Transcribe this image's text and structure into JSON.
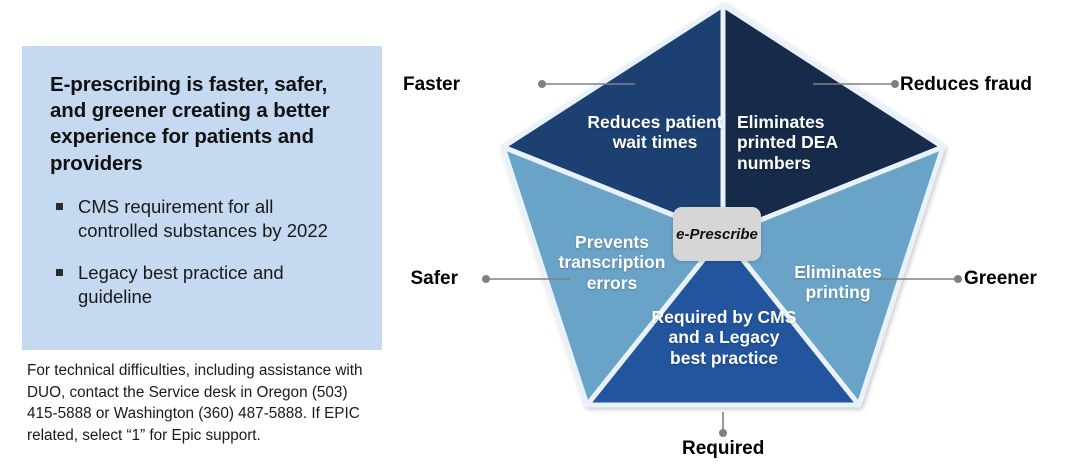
{
  "panel": {
    "heading": "E-prescribing is faster, safer, and greener creating a better experience for patients and providers",
    "bullets": [
      "CMS requirement for all controlled substances by 2022",
      "Legacy best practice and guideline"
    ]
  },
  "footnote": "For technical difficulties, including assistance with DUO, contact the Service desk in Oregon (503) 415-5888 or Washington (360) 487-5888.  If EPIC related, select “1” for Epic support.",
  "diagram": {
    "center_label": "e-Prescribe",
    "wedges": [
      {
        "id": "reduces-patient-wait-times",
        "text": "Reduces patient wait times",
        "color": "#1d4071",
        "callout": "Faster"
      },
      {
        "id": "eliminates-printed-dea-numbers",
        "text": "Eliminates printed DEA numbers",
        "color": "#17294a",
        "callout": "Reduces fraud"
      },
      {
        "id": "eliminates-printing",
        "text": "Eliminates printing",
        "color": "#6ba3c8",
        "callout": "Greener"
      },
      {
        "id": "required-by-cms",
        "text": "Required by CMS and a Legacy best practice",
        "color": "#22559e",
        "callout": "Required"
      },
      {
        "id": "prevents-transcription-errors",
        "text": "Prevents transcription errors",
        "color": "#6ba3c8",
        "callout": "Safer"
      }
    ],
    "callouts": {
      "faster": "Faster",
      "reduces_fraud": "Reduces fraud",
      "safer": "Safer",
      "greener": "Greener",
      "required": "Required"
    }
  },
  "colors": {
    "panel_background": "#c5d9f1",
    "navy_dark": "#17294a",
    "navy": "#1d4071",
    "blue": "#22559e",
    "light_blue": "#6ba3c8",
    "chip_gray": "#d6d6d6",
    "leader_line": "#808080"
  }
}
